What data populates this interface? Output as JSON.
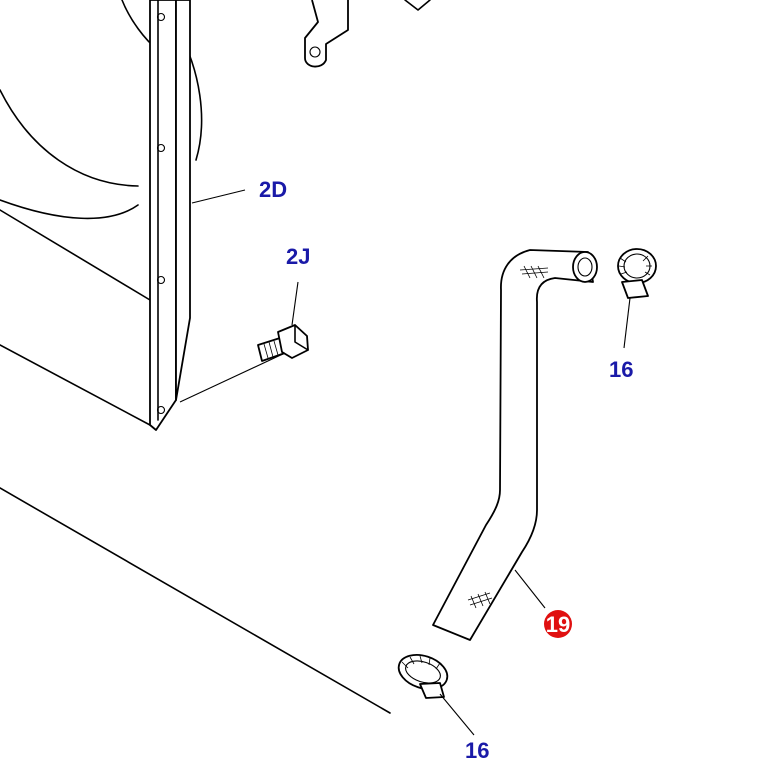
{
  "colors": {
    "callout_text": "#1a1aa8",
    "highlight_badge": "#e01010",
    "highlight_text": "#ffffff",
    "line": "#000000"
  },
  "callouts": {
    "bracket_panel": "2D",
    "bolt": "2J",
    "clamp_upper": "16",
    "clamp_lower": "16",
    "hose": "19"
  }
}
